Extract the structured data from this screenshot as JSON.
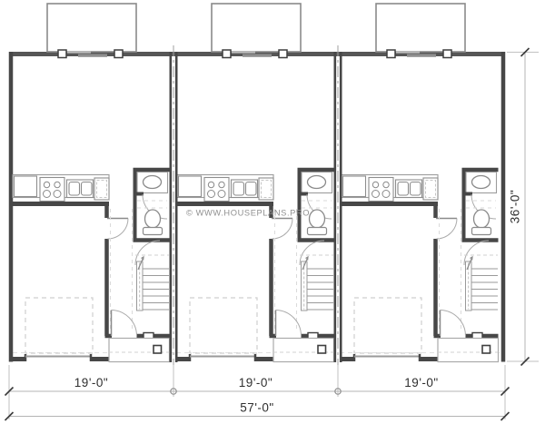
{
  "drawing": {
    "type": "architectural-floor-plan",
    "description": "Triplex townhouse main floor plan, three identical units",
    "watermark": "© WWW.HOUSEPLANS.PRO",
    "units": [
      {
        "id": "unit-1",
        "width_label": "19'-0\""
      },
      {
        "id": "unit-2",
        "width_label": "19'-0\""
      },
      {
        "id": "unit-3",
        "width_label": "19'-0\""
      }
    ],
    "overall": {
      "total_width_label": "57'-0\"",
      "total_depth_label": "36'-0\""
    },
    "unit_features": [
      "rear-deck",
      "living-dining-room",
      "kitchen-counter",
      "refrigerator",
      "range-stove",
      "double-sink",
      "dishwasher",
      "bathroom-sink",
      "toilet",
      "stairs",
      "garage",
      "parking-space-dashed",
      "garage-door",
      "entry-door",
      "entry-porch",
      "porch-post",
      "sliding-patio-door",
      "rear-windows",
      "party-walls"
    ],
    "colors": {
      "background": "#ffffff",
      "wall": "#474747",
      "fixture": "#8e8e8e",
      "counter": "#9c9c9c",
      "dashed": "#cfcfcf",
      "deck": "#8a8a8a",
      "dimension_line": "#b4b4b4",
      "dimension_text": "#2f2f2f",
      "watermark": "#909090"
    }
  }
}
